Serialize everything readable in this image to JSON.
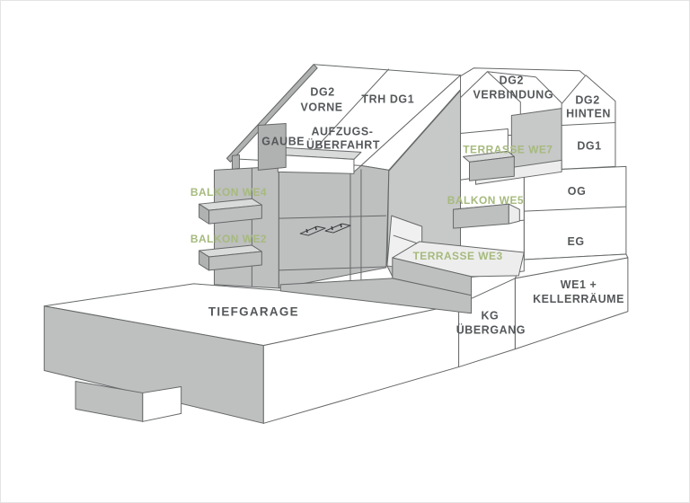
{
  "diagram": {
    "type": "building-axonometric-scheme",
    "palette": {
      "background": "#ffffff",
      "line": "#666869",
      "wall_gray": "#bebfbf",
      "shadow_gray": "#c7c8c8",
      "dark_gray": "#b0b1b1",
      "floor_light": "#ededed",
      "top_light": "#d9dada",
      "label_dark": "#55585a",
      "label_green": "#a6ba7d"
    },
    "labels": {
      "dg2_vorne_1": "DG2",
      "dg2_vorne_2": "VORNE",
      "trh_dg1": "TRH DG1",
      "gaube": "GAUBE",
      "aufzug_1": "AUFZUGS-",
      "aufzug_2": "ÜBERFAHRT",
      "dg2_verbindung_1": "DG2",
      "dg2_verbindung_2": "VERBINDUNG",
      "dg2_hinten_1": "DG2",
      "dg2_hinten_2": "HINTEN",
      "dg1": "DG1",
      "og": "OG",
      "eg": "EG",
      "we1_1": "WE1 +",
      "we1_2": "KELLERRÄUME",
      "kg_1": "KG",
      "kg_2": "ÜBERGANG",
      "tiefgarage": "TIEFGARAGE",
      "terrasse_we7": "TERRASSE WE7",
      "balkon_we5": "BALKON WE5",
      "terrasse_we3": "TERRASSE WE3",
      "balkon_we4": "BALKON WE4",
      "balkon_we2": "BALKON WE2"
    }
  }
}
